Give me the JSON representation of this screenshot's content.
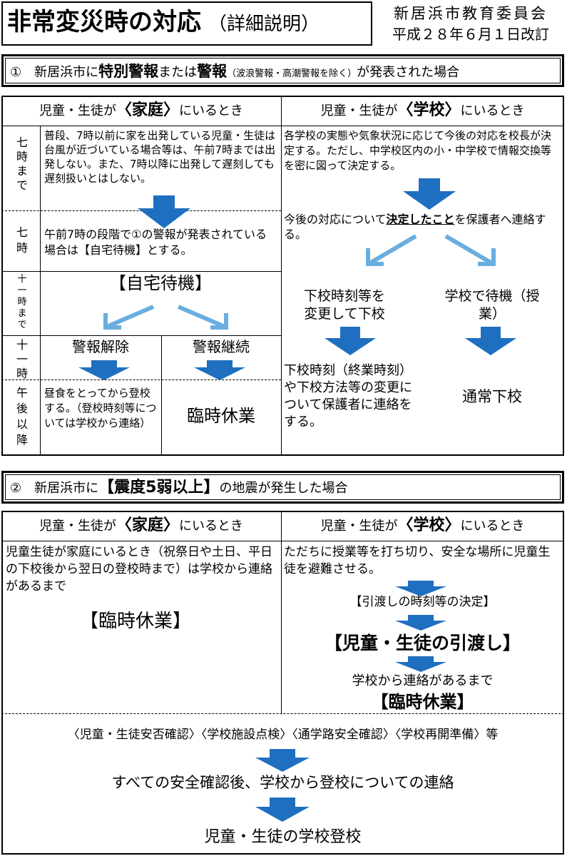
{
  "header": {
    "title": "非常変災時の対応",
    "subtitle": "（詳細説明）",
    "org": "新居浜市教育委員会",
    "date": "平成２８年６月１日改訂"
  },
  "section1": {
    "heading_prefix": "①　新居浜市に",
    "heading_bold1": "特別警報",
    "heading_mid": "または",
    "heading_bold2": "警報",
    "heading_small": "（波浪警報・高潮警報を除く）",
    "heading_suffix": "が発表された場合",
    "home_col_header_a": "児童・生徒が",
    "home_col_header_b": "〈家庭〉",
    "home_col_header_c": "にいるとき",
    "school_col_header_a": "児童・生徒が",
    "school_col_header_b": "〈学校〉",
    "school_col_header_c": "にいるとき",
    "time_labels": [
      "七時まで",
      "七時",
      "十一時まで",
      "十一時",
      "午後以降"
    ],
    "before7_text": "普段、7時以前に家を出発している児童・生徒は台風が近づいている場合等は、午前7時までは出発しない。また、7時以降に出発して遅刻しても遅刻扱いとはしない。",
    "at7_text": "午前7時の段階で①の警報が発表されている場合は【自宅待機】とする。",
    "home_wait": "【自宅待機】",
    "warning_lifted": "警報解除",
    "warning_continue": "警報継続",
    "afternoon_text": "昼食をとってから登校する。（登校時刻等については学校から連絡）",
    "temp_closure": "臨時休業",
    "school_text1": "各学校の実態や気象状況に応じて今後の対応を校長が決定する。ただし、中学校区内の小・中学校で情報交換等を密に図って決定する。",
    "school_text2_a": "今後の対応について",
    "school_text2_b": "決定したこと",
    "school_text2_c": "を保護者へ連絡する。",
    "change_dismiss": "下校時刻等を変更して下校",
    "wait_at_school": "学校で待機（授業）",
    "change_contact": "下校時刻（終業時刻）や下校方法等の変更について保護者に連絡をする。",
    "normal_dismiss": "通常下校"
  },
  "section2": {
    "heading_prefix": "②　新居浜市に",
    "heading_bold": "【震度5弱以上】",
    "heading_suffix": "の地震が発生した場合",
    "home_col_header_a": "児童・生徒が",
    "home_col_header_b": "〈家庭〉",
    "home_col_header_c": "にいるとき",
    "school_col_header_a": "児童・生徒が",
    "school_col_header_b": "〈学校〉",
    "school_col_header_c": "にいるとき",
    "home_text": "児童生徒が家庭にいるとき（祝祭日や土日、平日の下校後から翌日の登校時まで）は学校から連絡があるまで",
    "home_closure": "【臨時休業】",
    "school_text": "ただちに授業等を打ち切り、安全な場所に児童生徒を避難させる。",
    "handover_decision": "【引渡しの時刻等の決定】",
    "handover": "【児童・生徒の引渡し】",
    "until_contact": "学校から連絡があるまで",
    "school_closure": "【臨時休業】",
    "checks": "〈児童・生徒安否確認〉〈学校施設点検〉〈通学路安全確認〉〈学校再開準備〉等",
    "after_check": "すべての安全確認後、学校から登校についての連絡",
    "attend": "児童・生徒の学校登校"
  },
  "colors": {
    "arrow_dark": "#1f6fc0",
    "arrow_light": "#6aaee0"
  }
}
